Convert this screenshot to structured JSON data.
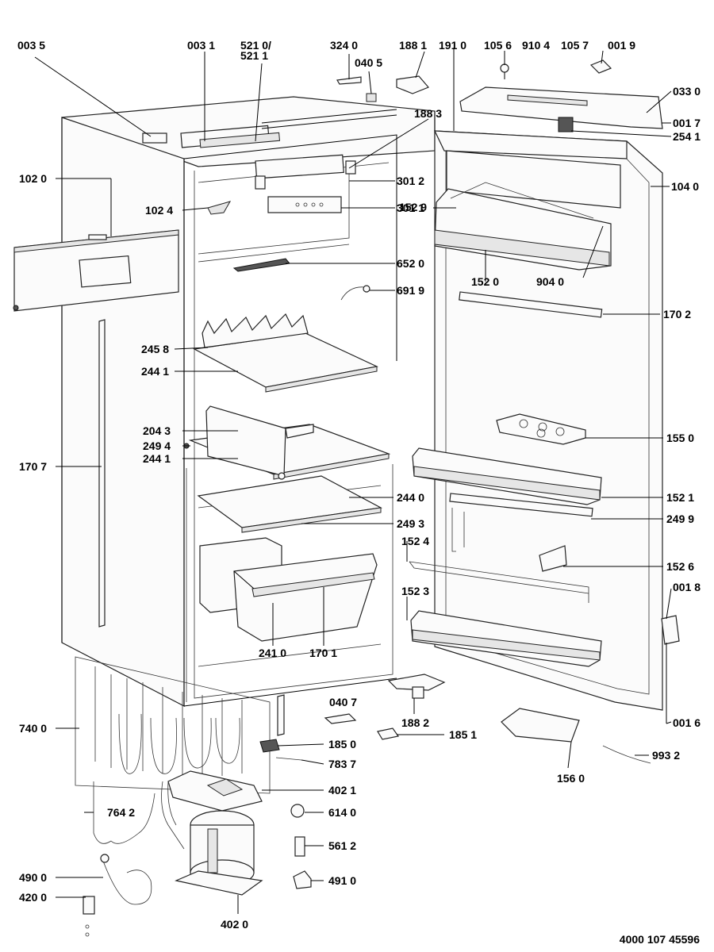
{
  "document_number": "4000 107 45596",
  "labels": {
    "p0035": "003 5",
    "p0031": "003 1",
    "p5210": "521 0/",
    "p5211": "521 1",
    "p3240": "324 0",
    "p0405": "040 5",
    "p1881": "188 1",
    "p1910": "191 0",
    "p1056": "105 6",
    "p9104": "910 4",
    "p1057": "105 7",
    "p0019": "001 9",
    "p0330": "033 0",
    "p0017": "001 7",
    "p2541": "254 1",
    "p1883": "188 3",
    "p1020": "102 0",
    "p1040": "104 0",
    "p3012": "301 2",
    "p1024": "102 4",
    "p3011": "301 1",
    "p1529": "152 9",
    "p6520": "652 0",
    "p1520": "152 0",
    "p9040": "904 0",
    "p6919": "691 9",
    "p1702": "170 2",
    "p2458": "245 8",
    "p2441a": "244 1",
    "p2043": "204 3",
    "p2494": "249 4",
    "p2441b": "244 1",
    "p1550": "155 0",
    "p1707": "170 7",
    "p2440": "244 0",
    "p1521": "152 1",
    "p2493": "249 3",
    "p2499": "249 9",
    "p1524": "152 4",
    "p1526": "152 6",
    "p1523": "152 3",
    "p0018": "001 8",
    "p2410": "241 0",
    "p1701": "170 1",
    "p0407": "040 7",
    "p7400": "740 0",
    "p1882": "188 2",
    "p1851": "185 1",
    "p0016": "001 6",
    "p1850": "185 0",
    "p1560": "156 0",
    "p7837": "783 7",
    "p9932": "993 2",
    "p4021": "402 1",
    "p7642": "764 2",
    "p6140": "614 0",
    "p5612": "561 2",
    "p4900": "490 0",
    "p4910": "491 0",
    "p4200": "420 0",
    "p4020": "402 0"
  }
}
